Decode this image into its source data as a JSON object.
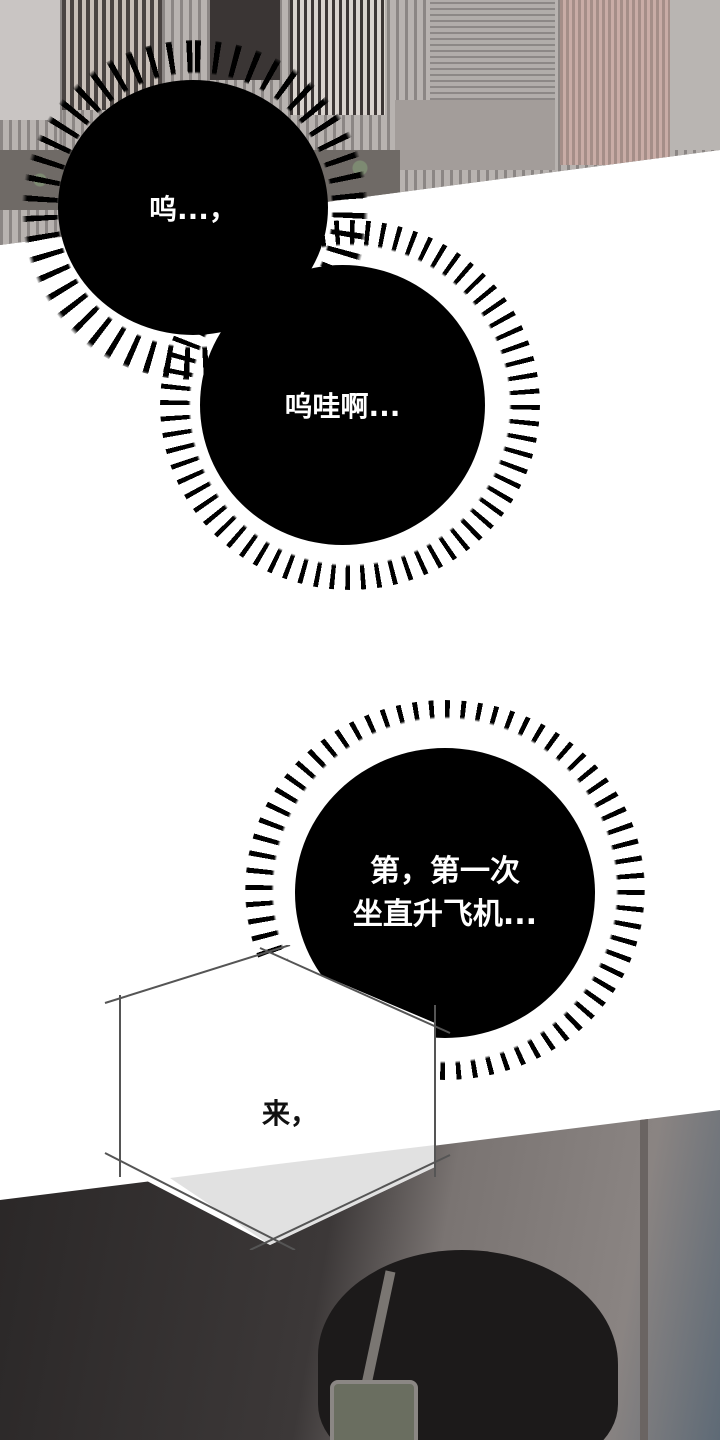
{
  "panels": [
    {
      "id": "city-panel",
      "description": "aerial city skyline with tall buildings"
    },
    {
      "id": "helicopter-interior-panel",
      "description": "dark-haired character wearing headset inside helicopter"
    }
  ],
  "bubbles": {
    "bubble1": {
      "text": "呜...，"
    },
    "bubble2": {
      "text": "呜哇啊..."
    },
    "bubble3": {
      "line1": "第，第一次",
      "line2": "坐直升飞机..."
    },
    "hex_bubble": {
      "text": "来，"
    }
  },
  "colors": {
    "bubble_fill": "#000000",
    "bubble_text": "#ffffff",
    "background": "#ffffff",
    "hair": "#1c1a1a",
    "headset": "#6a6e60"
  }
}
